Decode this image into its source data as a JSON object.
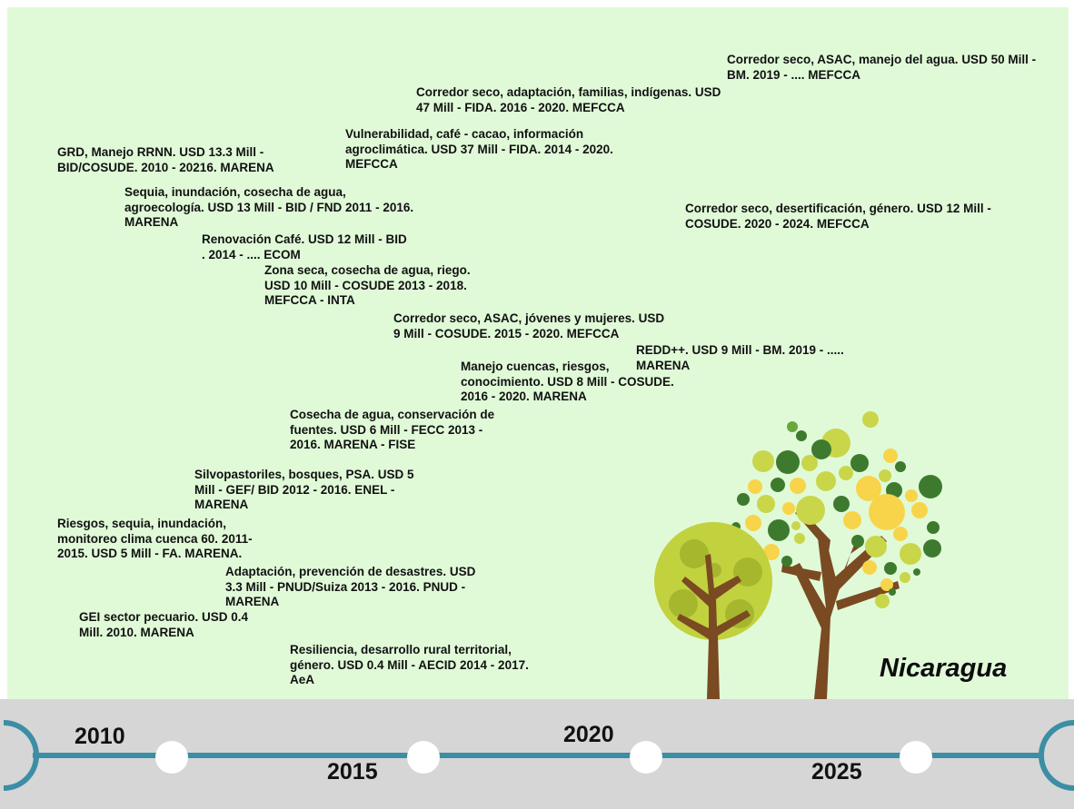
{
  "country": "Nicaragua",
  "colors": {
    "panel_bg": "#e0fad8",
    "timeline_band": "#d6d6d6",
    "timeline_line": "#3b8ea5",
    "timeline_node": "#ffffff",
    "trunk": "#7a4a22",
    "foliage_dark": "#3d7a2e",
    "foliage_light": "#c9d64a",
    "foliage_yellow": "#f8d44a",
    "small_tree_canopy": "#c2d13e"
  },
  "timeline": {
    "years": [
      "2010",
      "2015",
      "2020",
      "2025"
    ]
  },
  "projects": [
    {
      "text": "Corredor seco, ASAC, manejo del agua. USD 50 Mill - BM. 2019 - .... MEFCCA"
    },
    {
      "text": "Corredor seco, adaptación, familias, indígenas. USD 47 Mill - FIDA. 2016 - 2020. MEFCCA"
    },
    {
      "text": "Vulnerabilidad, café - cacao, información agroclimática. USD 37 Mill - FIDA. 2014 - 2020. MEFCCA"
    },
    {
      "text": "GRD, Manejo RRNN. USD 13.3 Mill - BID/COSUDE. 2010 - 20216. MARENA"
    },
    {
      "text": "Sequia, inundación, cosecha de agua, agroecología. USD 13 Mill - BID / FND 2011 - 2016. MARENA"
    },
    {
      "text": "Corredor seco, desertificación, género. USD 12 Mill - COSUDE. 2020 - 2024. MEFCCA"
    },
    {
      "text": "Renovación Café. USD 12 Mill - BID . 2014 - .... ECOM"
    },
    {
      "text": "Zona seca, cosecha de agua, riego. USD 10 Mill - COSUDE 2013 - 2018. MEFCCA - INTA"
    },
    {
      "text": "Corredor seco, ASAC, jóvenes y mujeres. USD 9 Mill - COSUDE. 2015 - 2020. MEFCCA"
    },
    {
      "text": "REDD++. USD 9 Mill - BM. 2019 - ..... MARENA"
    },
    {
      "text": "Manejo cuencas, riesgos, conocimiento. USD 8 Mill - COSUDE. 2016 - 2020. MARENA"
    },
    {
      "text": "Cosecha de agua, conservación de fuentes. USD 6 Mill - FECC 2013 - 2016. MARENA - FISE"
    },
    {
      "text": "Silvopastoriles, bosques, PSA. USD 5 Mill - GEF/ BID 2012 - 2016. ENEL - MARENA"
    },
    {
      "text": "Riesgos, sequia, inundación, monitoreo clima cuenca 60. 2011-2015. USD 5 Mill - FA. MARENA."
    },
    {
      "text": "Adaptación, prevención de desastres. USD 3.3 Mill - PNUD/Suiza 2013 - 2016. PNUD - MARENA"
    },
    {
      "text": "GEI sector pecuario. USD 0.4 Mill. 2010. MARENA"
    },
    {
      "text": "Resiliencia, desarrollo rural territorial, género. USD 0.4 Mill - AECID 2014 - 2017. AeA"
    }
  ]
}
